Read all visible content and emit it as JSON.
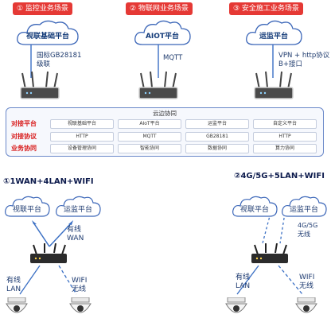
{
  "scenarios": [
    {
      "badge": "① 监控业务场景",
      "cloud": "视联基础平台",
      "connection": [
        "国标GB28181",
        "级联"
      ]
    },
    {
      "badge": "② 物联网业务场景",
      "cloud": "AIOT平台",
      "connection": [
        "MQTT"
      ]
    },
    {
      "badge": "③ 安全施工业务场景",
      "cloud": "运监平台",
      "connection": [
        "VPN + http协议",
        "B+接口"
      ]
    }
  ],
  "edge_cloud": {
    "title": "云边协同",
    "rows": [
      {
        "label": "对接平台",
        "cells": [
          "视联基础平台",
          "AIoT平台",
          "运监平台",
          "自定义平台"
        ]
      },
      {
        "label": "对接协议",
        "cells": [
          "HTTP",
          "MQTT",
          "GB28181",
          "HTTP"
        ]
      },
      {
        "label": "业务协同",
        "cells": [
          "设备管理协同",
          "智能协同",
          "数据协同",
          "算力协同"
        ]
      }
    ]
  },
  "config1": {
    "title": "①1WAN+4LAN+WIFI",
    "clouds": [
      "视联平台",
      "运监平台"
    ],
    "wan": [
      "有线",
      "WAN"
    ],
    "lan": [
      "有线",
      "LAN"
    ],
    "wifi": [
      "WIFI",
      "无线"
    ]
  },
  "config2": {
    "title": "②4G/5G+5LAN+WIFI",
    "clouds": [
      "视联平台",
      "运监平台"
    ],
    "cellular": [
      "4G/5G",
      "无线"
    ],
    "lan": [
      "有线",
      "LAN"
    ],
    "wifi": [
      "WIFI",
      "无线"
    ]
  },
  "colors": {
    "badge": "#e53935",
    "cloud_stroke": "#3b66b8",
    "line": "#3a6fc4",
    "row_label": "#d81b1b"
  },
  "icons": [
    "cloud-icon",
    "router-icon",
    "camera-icon"
  ]
}
